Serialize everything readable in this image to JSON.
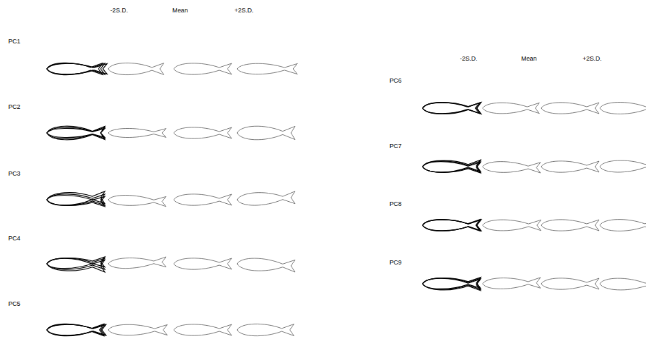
{
  "diagram": {
    "labels": [
      "-2S.D.",
      "Mean",
      "+2S.D.",
      "PC1",
      "PC2",
      "PC3",
      "PC4",
      "PC5",
      "-2S.D.",
      "Mean",
      "+2S.D.",
      "PC6",
      "PC7",
      "PC8",
      "PC9"
    ]
  }
}
